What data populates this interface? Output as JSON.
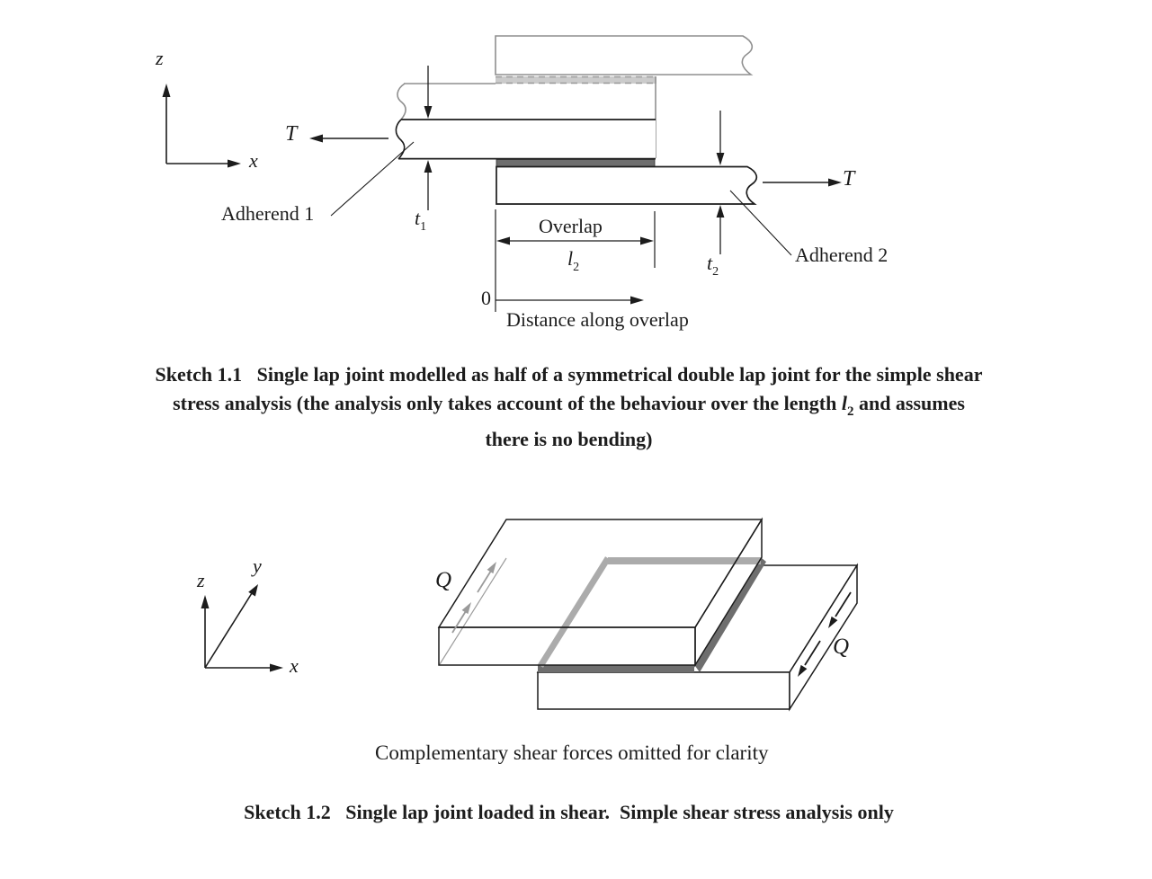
{
  "colors": {
    "ink": "#1c1c1c",
    "gray_outline": "#8f8f8f",
    "light_adhesive_fill": "#cbcbcb",
    "dark_adhesive_fill": "#6e6e6e",
    "hidden_edge_gray": "#ababab",
    "gray_arrow": "#9a9a9a"
  },
  "sketch1": {
    "axes": {
      "z": "z",
      "x": "x"
    },
    "force_left": "T",
    "force_right": "T",
    "adherend1_label": "Adherend 1",
    "adherend2_label": "Adherend 2",
    "t1": {
      "base": "t",
      "sub": "1"
    },
    "t2": {
      "base": "t",
      "sub": "2"
    },
    "overlap_label": "Overlap",
    "l2": {
      "base": "l",
      "sub": "2"
    },
    "origin_label": "0",
    "distance_label": "Distance along overlap",
    "caption": {
      "line1": "Sketch 1.1   Single lap joint modelled as half of a symmetrical double lap joint for the simple shear",
      "line2_pre": "stress analysis (the analysis only takes account of the behaviour over the length ",
      "line2_var": "l",
      "line2_sub": "2",
      "line2_post": " and assumes",
      "line3": "there is no bending)"
    }
  },
  "sketch2": {
    "axes": {
      "z": "z",
      "y": "y",
      "x": "x"
    },
    "shear_upper": "Q",
    "shear_lower": "Q",
    "note": "Complementary shear forces omitted for clarity",
    "caption": "Sketch 1.2   Single lap joint loaded in shear.  Simple shear stress analysis only"
  }
}
